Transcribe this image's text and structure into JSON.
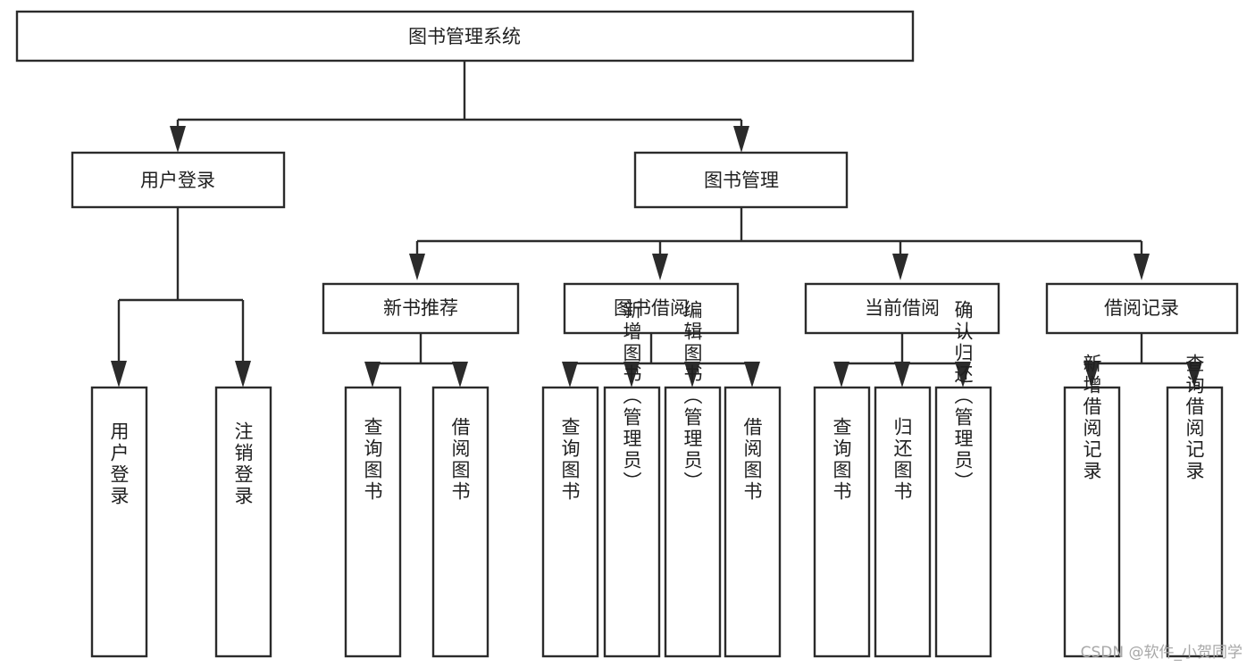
{
  "diagram": {
    "type": "tree-hierarchy",
    "title": "图书管理系统",
    "orientation": "top-down",
    "watermark": "CSDN @软件_小贺同学",
    "colors": {
      "box_fill": "#ffffff",
      "box_stroke": "#2b2b2b",
      "text": "#1f1f1f",
      "background": "#ffffff",
      "watermark": "#a8a8a8"
    },
    "root": {
      "label": "图书管理系统"
    },
    "level2": [
      {
        "label": "用户登录"
      },
      {
        "label": "图书管理"
      }
    ],
    "level3": [
      {
        "label": "新书推荐"
      },
      {
        "label": "图书借阅"
      },
      {
        "label": "当前借阅"
      },
      {
        "label": "借阅记录"
      }
    ],
    "leaves": {
      "user_login": [
        {
          "label": "用户登录"
        },
        {
          "label": "注销登录"
        }
      ],
      "new_book_recommend": [
        {
          "label": "查询图书"
        },
        {
          "label": "借阅图书"
        }
      ],
      "book_borrow": [
        {
          "label": "查询图书"
        },
        {
          "label": "新增图书（管理员）"
        },
        {
          "label": "编辑图书（管理员）"
        },
        {
          "label": "借阅图书"
        }
      ],
      "current_borrow": [
        {
          "label": "查询图书"
        },
        {
          "label": "归还图书"
        },
        {
          "label": "确认归还（管理员）"
        }
      ],
      "borrow_record": [
        {
          "label": "新增借阅记录"
        },
        {
          "label": "查询借阅记录"
        }
      ]
    }
  }
}
